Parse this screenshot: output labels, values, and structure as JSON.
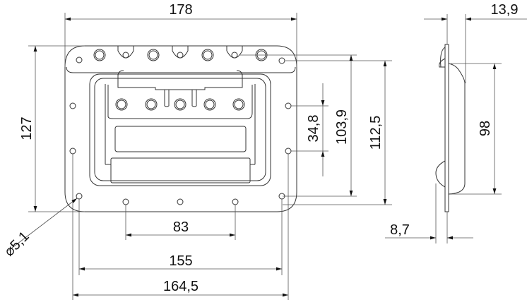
{
  "title": "Recessed handle technical drawing",
  "dimensions": {
    "width_overall": "178",
    "height_overall": "127",
    "height_112": "112,5",
    "height_103": "103,9",
    "height_34": "34,8",
    "hole_diameter": "⌀5,1",
    "spacing_83": "83",
    "spacing_155": "155",
    "spacing_164": "164,5",
    "depth_total": "13,9",
    "depth_98": "98",
    "thickness_87": "8,7"
  }
}
